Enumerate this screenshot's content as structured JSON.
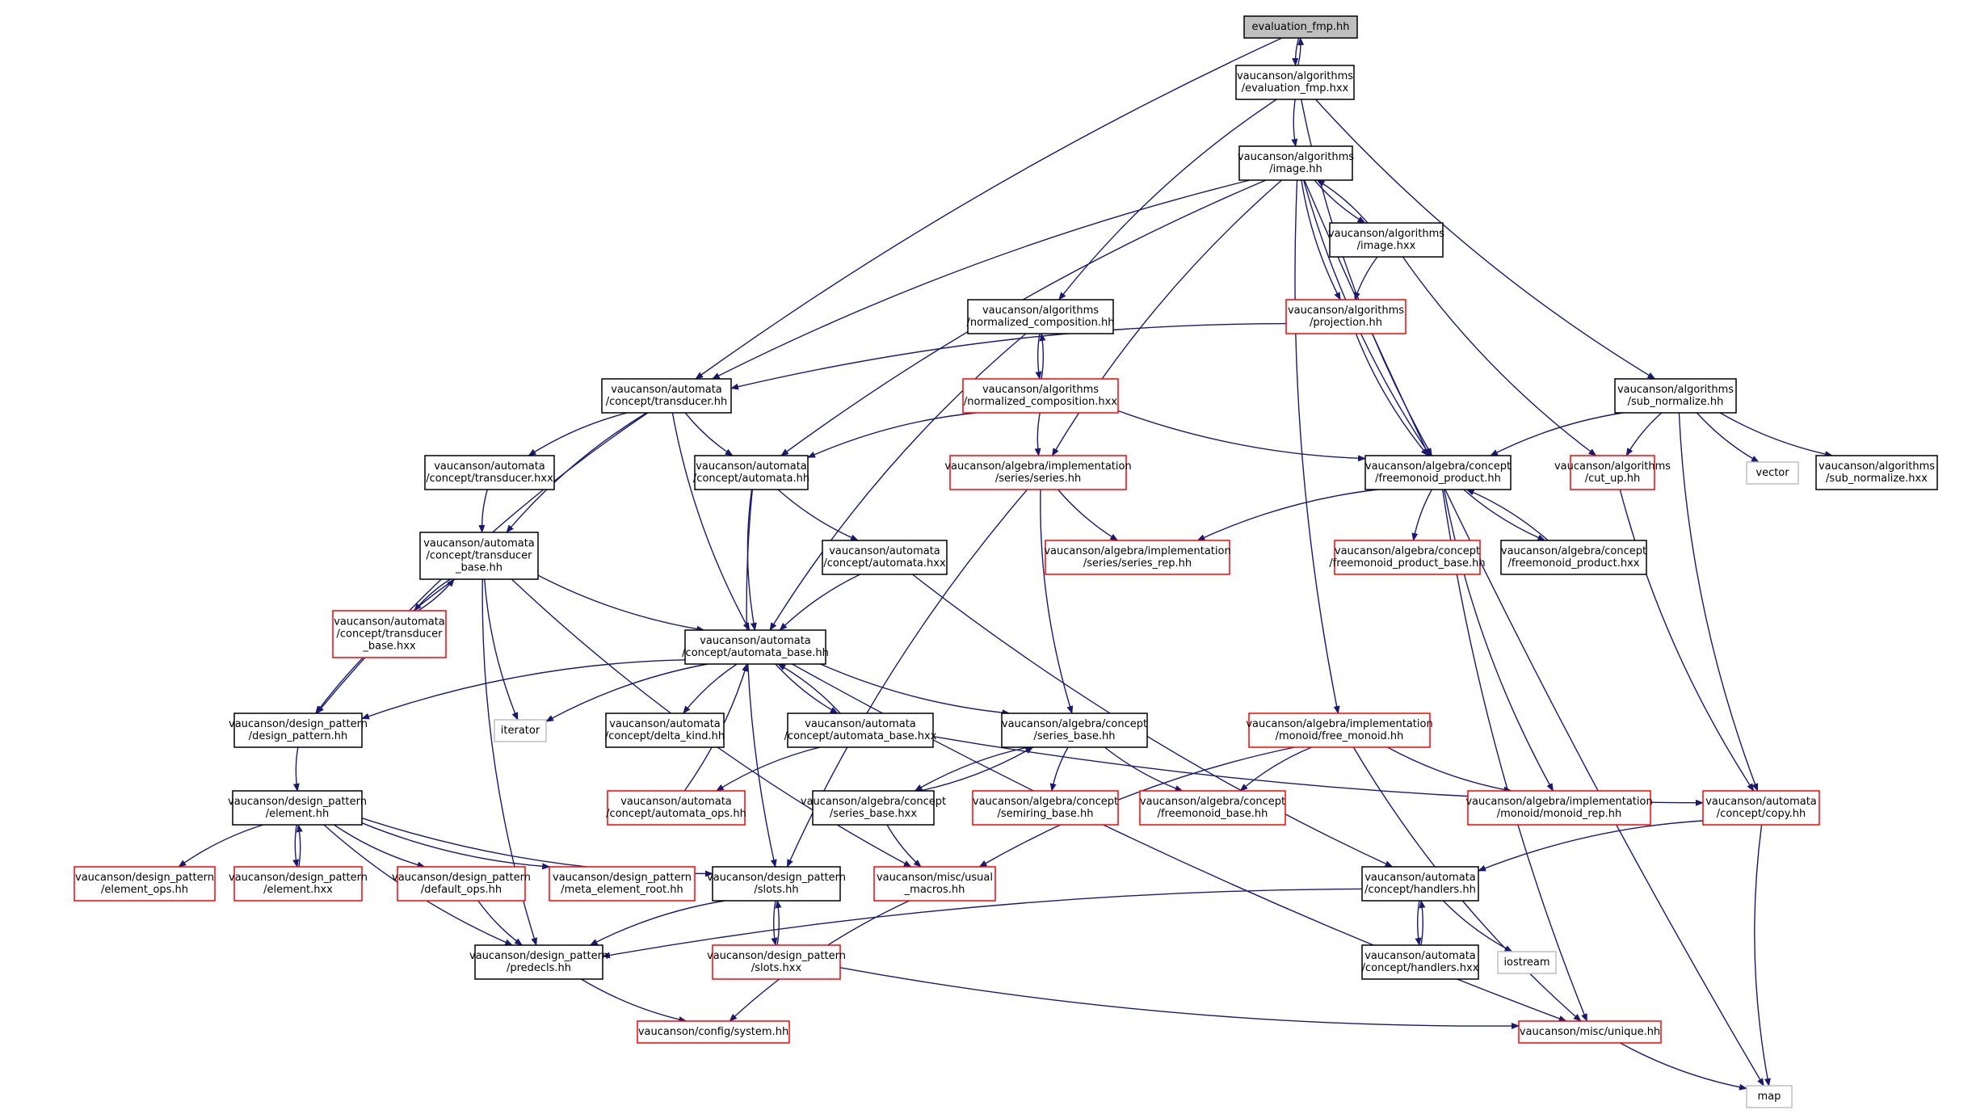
{
  "colors": {
    "edge": "#191970",
    "border_regular": "#000000",
    "border_incomplete": "#ff0000",
    "border_system": "#bfbfbf",
    "fill_root": "#bfbfbf",
    "fill": "#ffffff"
  },
  "nodes": [
    {
      "id": "eval_fmp_hh",
      "lines": [
        "evaluation_fmp.hh"
      ],
      "kind": "root"
    },
    {
      "id": "eval_fmp_hxx",
      "lines": [
        "vaucanson/algorithms",
        "/evaluation_fmp.hxx"
      ],
      "kind": "regular"
    },
    {
      "id": "image_hh",
      "lines": [
        "vaucanson/algorithms",
        "/image.hh"
      ],
      "kind": "regular"
    },
    {
      "id": "image_hxx",
      "lines": [
        "vaucanson/algorithms",
        "/image.hxx"
      ],
      "kind": "regular"
    },
    {
      "id": "norm_comp_hh",
      "lines": [
        "vaucanson/algorithms",
        "/normalized_composition.hh"
      ],
      "kind": "regular"
    },
    {
      "id": "projection_hh",
      "lines": [
        "vaucanson/algorithms",
        "/projection.hh"
      ],
      "kind": "incomplete"
    },
    {
      "id": "norm_comp_hxx",
      "lines": [
        "vaucanson/algorithms",
        "/normalized_composition.hxx"
      ],
      "kind": "incomplete"
    },
    {
      "id": "sub_normalize_hh",
      "lines": [
        "vaucanson/algorithms",
        "/sub_normalize.hh"
      ],
      "kind": "regular"
    },
    {
      "id": "transducer_hh",
      "lines": [
        "vaucanson/automata",
        "/concept/transducer.hh"
      ],
      "kind": "regular"
    },
    {
      "id": "series_hh",
      "lines": [
        "vaucanson/algebra/implementation",
        "/series/series.hh"
      ],
      "kind": "incomplete"
    },
    {
      "id": "fm_product_hh",
      "lines": [
        "vaucanson/algebra/concept",
        "/freemonoid_product.hh"
      ],
      "kind": "regular"
    },
    {
      "id": "cut_up_hh",
      "lines": [
        "vaucanson/algorithms",
        "/cut_up.hh"
      ],
      "kind": "incomplete"
    },
    {
      "id": "vector",
      "lines": [
        "vector"
      ],
      "kind": "system"
    },
    {
      "id": "sub_normalize_hxx",
      "lines": [
        "vaucanson/algorithms",
        "/sub_normalize.hxx"
      ],
      "kind": "regular"
    },
    {
      "id": "transducer_hxx",
      "lines": [
        "vaucanson/automata",
        "/concept/transducer.hxx"
      ],
      "kind": "regular"
    },
    {
      "id": "automata_hh",
      "lines": [
        "vaucanson/automata",
        "/concept/automata.hh"
      ],
      "kind": "regular"
    },
    {
      "id": "transducer_base_hh",
      "lines": [
        "vaucanson/automata",
        "/concept/transducer",
        "_base.hh"
      ],
      "kind": "regular"
    },
    {
      "id": "automata_hxx",
      "lines": [
        "vaucanson/automata",
        "/concept/automata.hxx"
      ],
      "kind": "regular"
    },
    {
      "id": "series_rep_hh",
      "lines": [
        "vaucanson/algebra/implementation",
        "/series/series_rep.hh"
      ],
      "kind": "incomplete"
    },
    {
      "id": "fm_product_base_hh",
      "lines": [
        "vaucanson/algebra/concept",
        "/freemonoid_product_base.hh"
      ],
      "kind": "incomplete"
    },
    {
      "id": "fm_product_hxx",
      "lines": [
        "vaucanson/algebra/concept",
        "/freemonoid_product.hxx"
      ],
      "kind": "regular"
    },
    {
      "id": "transducer_base_hxx",
      "lines": [
        "vaucanson/automata",
        "/concept/transducer",
        "_base.hxx"
      ],
      "kind": "incomplete"
    },
    {
      "id": "automata_base_hh",
      "lines": [
        "vaucanson/automata",
        "/concept/automata_base.hh"
      ],
      "kind": "regular"
    },
    {
      "id": "design_pattern_hh",
      "lines": [
        "vaucanson/design_pattern",
        "/design_pattern.hh"
      ],
      "kind": "regular"
    },
    {
      "id": "iterator",
      "lines": [
        "iterator"
      ],
      "kind": "system"
    },
    {
      "id": "delta_kind_hh",
      "lines": [
        "vaucanson/automata",
        "/concept/delta_kind.hh"
      ],
      "kind": "regular"
    },
    {
      "id": "automata_base_hxx",
      "lines": [
        "vaucanson/automata",
        "/concept/automata_base.hxx"
      ],
      "kind": "regular"
    },
    {
      "id": "series_base_hh",
      "lines": [
        "vaucanson/algebra/concept",
        "/series_base.hh"
      ],
      "kind": "regular"
    },
    {
      "id": "free_monoid_hh",
      "lines": [
        "vaucanson/algebra/implementation",
        "/monoid/free_monoid.hh"
      ],
      "kind": "incomplete"
    },
    {
      "id": "element_hh",
      "lines": [
        "vaucanson/design_pattern",
        "/element.hh"
      ],
      "kind": "regular"
    },
    {
      "id": "automata_ops_hh",
      "lines": [
        "vaucanson/automata",
        "/concept/automata_ops.hh"
      ],
      "kind": "incomplete"
    },
    {
      "id": "series_base_hxx",
      "lines": [
        "vaucanson/algebra/concept",
        "/series_base.hxx"
      ],
      "kind": "regular"
    },
    {
      "id": "semiring_base_hh",
      "lines": [
        "vaucanson/algebra/concept",
        "/semiring_base.hh"
      ],
      "kind": "incomplete"
    },
    {
      "id": "freemonoid_base_hh",
      "lines": [
        "vaucanson/algebra/concept",
        "/freemonoid_base.hh"
      ],
      "kind": "incomplete"
    },
    {
      "id": "monoid_rep_hh",
      "lines": [
        "vaucanson/algebra/implementation",
        "/monoid/monoid_rep.hh"
      ],
      "kind": "incomplete"
    },
    {
      "id": "copy_hh",
      "lines": [
        "vaucanson/automata",
        "/concept/copy.hh"
      ],
      "kind": "incomplete"
    },
    {
      "id": "element_ops_hh",
      "lines": [
        "vaucanson/design_pattern",
        "/element_ops.hh"
      ],
      "kind": "incomplete"
    },
    {
      "id": "element_hxx",
      "lines": [
        "vaucanson/design_pattern",
        "/element.hxx"
      ],
      "kind": "incomplete"
    },
    {
      "id": "default_ops_hh",
      "lines": [
        "vaucanson/design_pattern",
        "/default_ops.hh"
      ],
      "kind": "incomplete"
    },
    {
      "id": "meta_element_root_hh",
      "lines": [
        "vaucanson/design_pattern",
        "/meta_element_root.hh"
      ],
      "kind": "incomplete"
    },
    {
      "id": "slots_hh",
      "lines": [
        "vaucanson/design_pattern",
        "/slots.hh"
      ],
      "kind": "regular"
    },
    {
      "id": "usual_macros_hh",
      "lines": [
        "vaucanson/misc/usual",
        "_macros.hh"
      ],
      "kind": "incomplete"
    },
    {
      "id": "handlers_hh",
      "lines": [
        "vaucanson/automata",
        "/concept/handlers.hh"
      ],
      "kind": "regular"
    },
    {
      "id": "predecls_hh",
      "lines": [
        "vaucanson/design_pattern",
        "/predecls.hh"
      ],
      "kind": "regular"
    },
    {
      "id": "slots_hxx",
      "lines": [
        "vaucanson/design_pattern",
        "/slots.hxx"
      ],
      "kind": "incomplete"
    },
    {
      "id": "handlers_hxx",
      "lines": [
        "vaucanson/automata",
        "/concept/handlers.hxx"
      ],
      "kind": "regular"
    },
    {
      "id": "iostream",
      "lines": [
        "iostream"
      ],
      "kind": "system"
    },
    {
      "id": "system_hh",
      "lines": [
        "vaucanson/config/system.hh"
      ],
      "kind": "incomplete"
    },
    {
      "id": "unique_hh",
      "lines": [
        "vaucanson/misc/unique.hh"
      ],
      "kind": "incomplete"
    },
    {
      "id": "map",
      "lines": [
        "map"
      ],
      "kind": "system"
    }
  ],
  "edges": [
    [
      "eval_fmp_hh",
      "eval_fmp_hxx"
    ],
    [
      "eval_fmp_hxx",
      "eval_fmp_hh"
    ],
    [
      "eval_fmp_hh",
      "transducer_hh"
    ],
    [
      "eval_fmp_hxx",
      "image_hh"
    ],
    [
      "eval_fmp_hxx",
      "norm_comp_hh"
    ],
    [
      "eval_fmp_hxx",
      "fm_product_hh"
    ],
    [
      "eval_fmp_hxx",
      "sub_normalize_hh"
    ],
    [
      "image_hh",
      "image_hxx"
    ],
    [
      "image_hxx",
      "image_hh"
    ],
    [
      "image_hh",
      "projection_hh"
    ],
    [
      "image_hh",
      "transducer_hh"
    ],
    [
      "image_hh",
      "automata_hh"
    ],
    [
      "image_hh",
      "series_hh"
    ],
    [
      "image_hh",
      "fm_product_hh"
    ],
    [
      "image_hh",
      "free_monoid_hh"
    ],
    [
      "image_hh",
      "map"
    ],
    [
      "image_hxx",
      "projection_hh"
    ],
    [
      "image_hxx",
      "cut_up_hh"
    ],
    [
      "norm_comp_hh",
      "norm_comp_hxx"
    ],
    [
      "norm_comp_hxx",
      "norm_comp_hh"
    ],
    [
      "norm_comp_hh",
      "automata_base_hh"
    ],
    [
      "norm_comp_hxx",
      "automata_hh"
    ],
    [
      "norm_comp_hxx",
      "series_hh"
    ],
    [
      "norm_comp_hxx",
      "fm_product_hh"
    ],
    [
      "projection_hh",
      "transducer_hh"
    ],
    [
      "projection_hh",
      "fm_product_hh"
    ],
    [
      "sub_normalize_hh",
      "fm_product_hh"
    ],
    [
      "sub_normalize_hh",
      "cut_up_hh"
    ],
    [
      "sub_normalize_hh",
      "vector"
    ],
    [
      "sub_normalize_hh",
      "sub_normalize_hxx"
    ],
    [
      "sub_normalize_hh",
      "copy_hh"
    ],
    [
      "transducer_hh",
      "transducer_hxx"
    ],
    [
      "transducer_hh",
      "automata_hh"
    ],
    [
      "transducer_hh",
      "transducer_base_hh"
    ],
    [
      "transducer_hh",
      "automata_base_hh"
    ],
    [
      "transducer_hh",
      "design_pattern_hh"
    ],
    [
      "transducer_hxx",
      "transducer_base_hh"
    ],
    [
      "transducer_base_hh",
      "transducer_base_hxx"
    ],
    [
      "transducer_base_hxx",
      "transducer_base_hh"
    ],
    [
      "transducer_base_hh",
      "automata_base_hh"
    ],
    [
      "transducer_base_hh",
      "iterator"
    ],
    [
      "transducer_base_hh",
      "design_pattern_hh"
    ],
    [
      "transducer_base_hh",
      "usual_macros_hh"
    ],
    [
      "transducer_base_hh",
      "predecls_hh"
    ],
    [
      "automata_hh",
      "automata_base_hh"
    ],
    [
      "automata_hh",
      "automata_hxx"
    ],
    [
      "automata_hh",
      "slots_hh"
    ],
    [
      "automata_hxx",
      "automata_base_hh"
    ],
    [
      "automata_hxx",
      "handlers_hh"
    ],
    [
      "series_hh",
      "series_rep_hh"
    ],
    [
      "series_hh",
      "series_base_hh"
    ],
    [
      "series_hh",
      "slots_hh"
    ],
    [
      "fm_product_hh",
      "series_rep_hh"
    ],
    [
      "fm_product_hh",
      "fm_product_base_hh"
    ],
    [
      "fm_product_hh",
      "fm_product_hxx"
    ],
    [
      "fm_product_hxx",
      "fm_product_hh"
    ],
    [
      "fm_product_hh",
      "monoid_rep_hh"
    ],
    [
      "fm_product_hh",
      "unique_hh"
    ],
    [
      "cut_up_hh",
      "copy_hh"
    ],
    [
      "automata_base_hh",
      "design_pattern_hh"
    ],
    [
      "automata_base_hh",
      "iterator"
    ],
    [
      "automata_base_hh",
      "delta_kind_hh"
    ],
    [
      "automata_base_hh",
      "automata_base_hxx"
    ],
    [
      "automata_base_hxx",
      "automata_base_hh"
    ],
    [
      "automata_base_hh",
      "series_base_hh"
    ],
    [
      "automata_base_hh",
      "unique_hh"
    ],
    [
      "automata_base_hxx",
      "automata_ops_hh"
    ],
    [
      "automata_base_hxx",
      "copy_hh"
    ],
    [
      "automata_ops_hh",
      "automata_base_hh"
    ],
    [
      "design_pattern_hh",
      "element_hh"
    ],
    [
      "element_hh",
      "element_ops_hh"
    ],
    [
      "element_hh",
      "element_hxx"
    ],
    [
      "element_hxx",
      "element_hh"
    ],
    [
      "element_hh",
      "default_ops_hh"
    ],
    [
      "element_hh",
      "meta_element_root_hh"
    ],
    [
      "element_hh",
      "slots_hh"
    ],
    [
      "element_hh",
      "predecls_hh"
    ],
    [
      "series_base_hh",
      "series_base_hxx"
    ],
    [
      "series_base_hxx",
      "series_base_hh"
    ],
    [
      "series_base_hh",
      "semiring_base_hh"
    ],
    [
      "series_base_hh",
      "freemonoid_base_hh"
    ],
    [
      "series_base_hxx",
      "usual_macros_hh"
    ],
    [
      "free_monoid_hh",
      "freemonoid_base_hh"
    ],
    [
      "free_monoid_hh",
      "monoid_rep_hh"
    ],
    [
      "free_monoid_hh",
      "usual_macros_hh"
    ],
    [
      "free_monoid_hh",
      "unique_hh"
    ],
    [
      "copy_hh",
      "handlers_hh"
    ],
    [
      "copy_hh",
      "map"
    ],
    [
      "default_ops_hh",
      "predecls_hh"
    ],
    [
      "slots_hh",
      "slots_hxx"
    ],
    [
      "slots_hxx",
      "slots_hh"
    ],
    [
      "slots_hh",
      "predecls_hh"
    ],
    [
      "slots_hxx",
      "unique_hh"
    ],
    [
      "usual_macros_hh",
      "system_hh"
    ],
    [
      "handlers_hh",
      "handlers_hxx"
    ],
    [
      "handlers_hxx",
      "handlers_hh"
    ],
    [
      "handlers_hh",
      "iostream"
    ],
    [
      "handlers_hh",
      "predecls_hh"
    ],
    [
      "predecls_hh",
      "system_hh"
    ],
    [
      "unique_hh",
      "map"
    ]
  ]
}
